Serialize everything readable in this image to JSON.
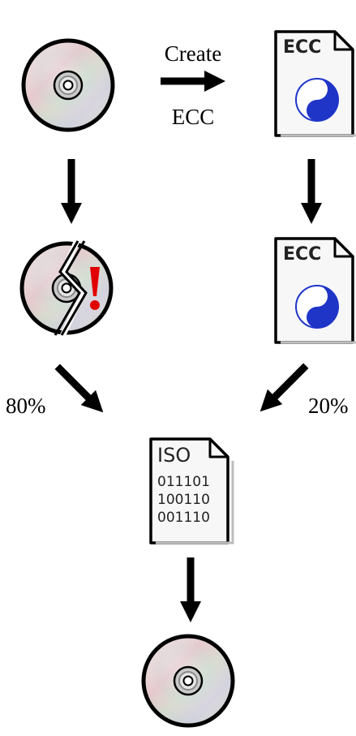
{
  "labels": {
    "create": "Create",
    "ecc": "ECC",
    "pct_left": "80%",
    "pct_right": "20%"
  },
  "ecc_doc": {
    "tag": "ECC"
  },
  "iso_doc": {
    "tag": "ISO",
    "lines": [
      "011101",
      "100110",
      "001110"
    ]
  },
  "colors": {
    "disc_fill": "#d8d8d8",
    "disc_outline": "#000000",
    "hub_ring": "#a0a0a0",
    "exclamation": "#e00000",
    "yinyang_blue": "#1f35c8",
    "doc_paper": "#f7f7f7"
  },
  "icons": [
    "disc-icon",
    "broken-disc-icon",
    "ecc-file-icon",
    "iso-file-icon",
    "arrow-icon",
    "yin-yang-icon"
  ]
}
